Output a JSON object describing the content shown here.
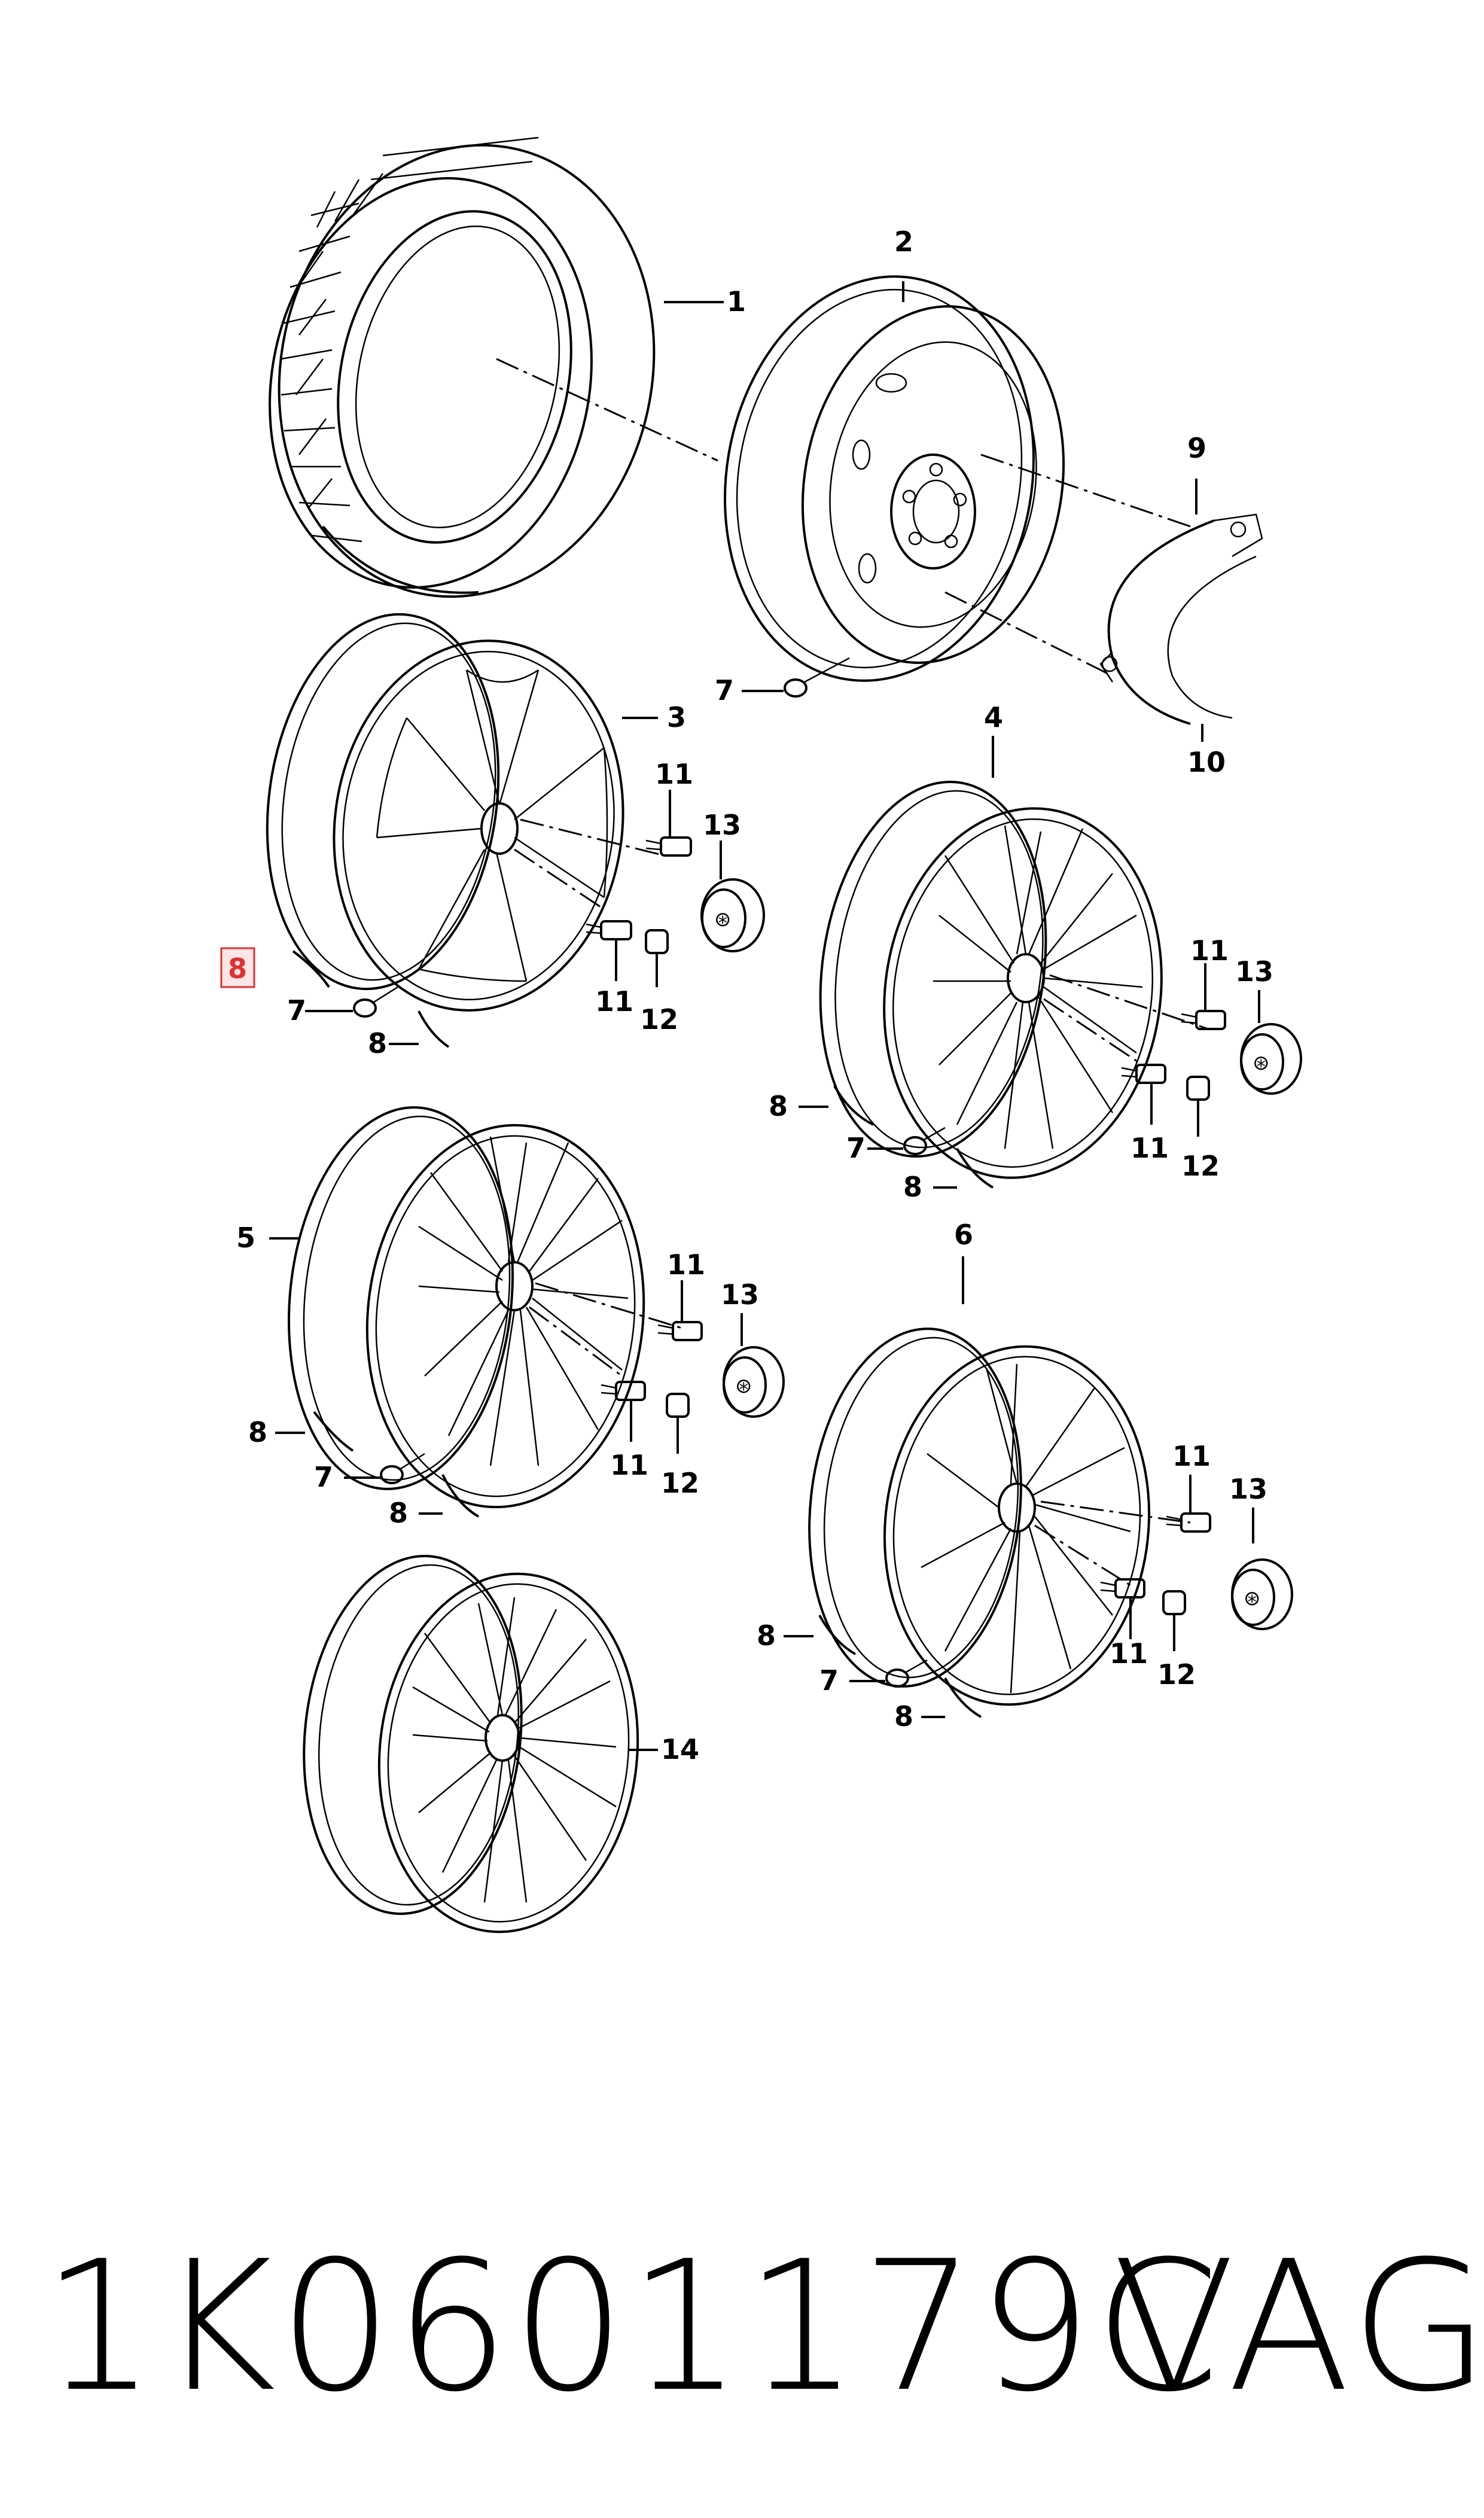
{
  "diagram": {
    "callouts": {
      "tyre": "1",
      "steel_wheel": "2",
      "alloy_wheel_a": "3",
      "alloy_wheel_b": "4",
      "alloy_wheel_c": "5",
      "alloy_wheel_d": "6",
      "valve": "7",
      "balance_weight": "8",
      "trim_ring_upper": "9",
      "trim_ring_lower": "10",
      "wheel_bolt": "11",
      "anti_theft_nut": "12",
      "hub_cap": "13",
      "alloy_wheel_e": "14"
    },
    "highlighted_callout": "8",
    "highlight_color": "#e03030",
    "line_color": "#000000"
  },
  "footer": {
    "part_number": "1K0601179C",
    "brand": "VAG"
  }
}
